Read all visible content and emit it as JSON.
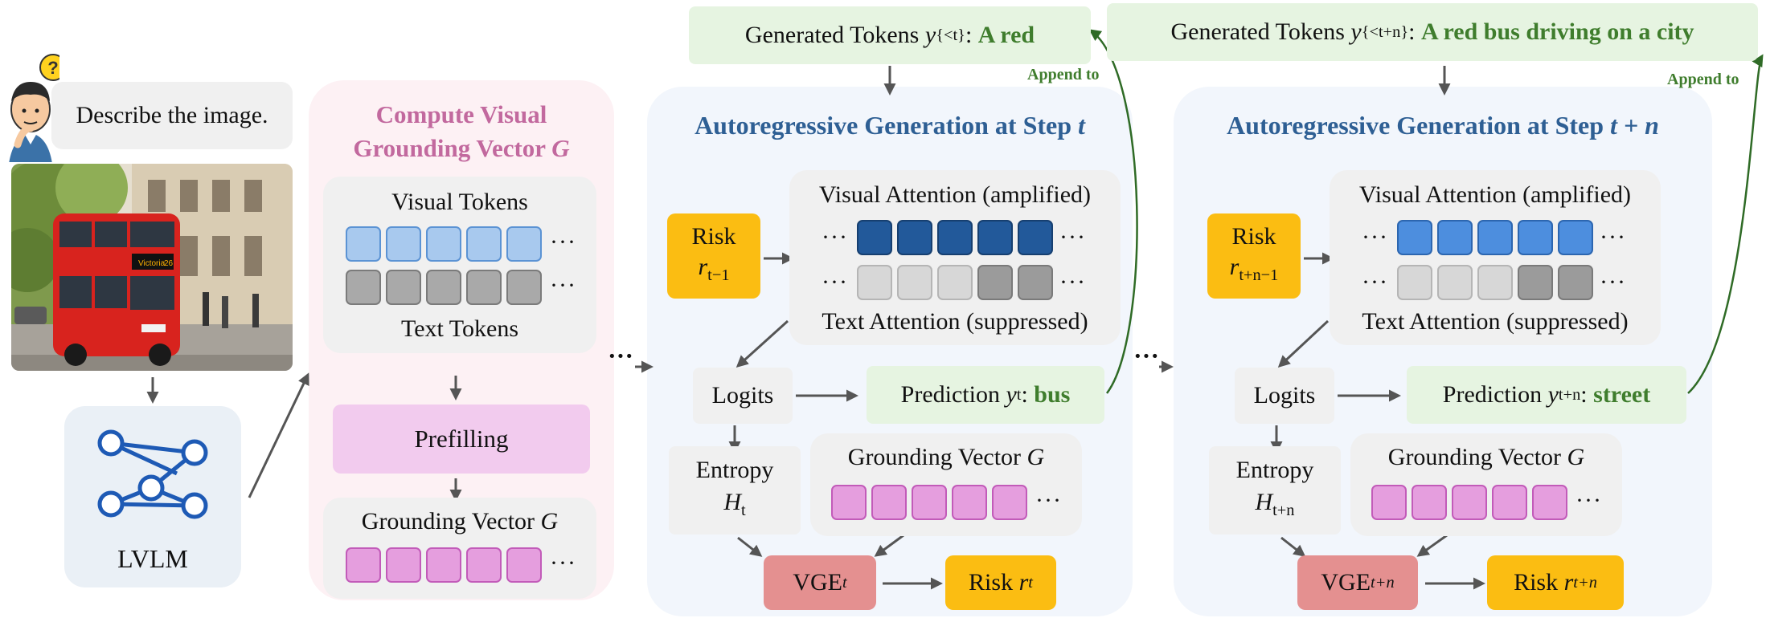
{
  "question": "Describe the image.",
  "lvlm_label": "LVLM",
  "bus_sign": {
    "route": "Victoria",
    "number": "26"
  },
  "compute": {
    "title_line1": "Compute Visual",
    "title_line2": "Grounding Vector",
    "title_var": "G",
    "visual_tokens": "Visual Tokens",
    "text_tokens": "Text Tokens",
    "prefilling": "Prefilling",
    "grounding": "Grounding Vector",
    "grounding_var": "G"
  },
  "ellipsis": "···",
  "dots": "···",
  "step_t": {
    "generated_prefix": "Generated Tokens",
    "y": "y",
    "generated_sub": "{<t}",
    "generated_text": "A red",
    "append": "Append to",
    "title": "Autoregressive Generation at Step",
    "title_var": "t",
    "risk_label": "Risk",
    "risk_var": "r",
    "risk_sub": "t−1",
    "visual_attn": "Visual Attention (amplified)",
    "text_attn": "Text Attention (suppressed)",
    "logits": "Logits",
    "prediction_label": "Prediction",
    "prediction_sub": "t",
    "prediction_word": "bus",
    "entropy_label": "Entropy",
    "entropy_var": "H",
    "entropy_sub": "t",
    "grounding": "Grounding Vector",
    "grounding_var": "G",
    "vge": "VGE",
    "vge_sub": "t",
    "risk_out_label": "Risk",
    "risk_out_sub": "t"
  },
  "step_tn": {
    "generated_prefix": "Generated Tokens",
    "y": "y",
    "generated_sub": "{<t+n}",
    "generated_text": "A red bus driving on a city",
    "append": "Append to",
    "title": "Autoregressive Generation at Step",
    "title_var": "t + n",
    "risk_label": "Risk",
    "risk_var": "r",
    "risk_sub": "t+n−1",
    "visual_attn": "Visual Attention (amplified)",
    "text_attn": "Text Attention (suppressed)",
    "logits": "Logits",
    "prediction_label": "Prediction",
    "prediction_sub": "t+n",
    "prediction_word": "street",
    "entropy_label": "Entropy",
    "entropy_var": "H",
    "entropy_sub": "t+n",
    "grounding": "Grounding Vector",
    "grounding_var": "G",
    "vge": "VGE",
    "vge_sub": "t+n",
    "risk_out_label": "Risk",
    "risk_out_sub": "t+n"
  },
  "colors": {
    "visual_token": "#a8c9ee",
    "text_token": "#a9a9a9",
    "grounding_token": "#e59ede",
    "visual_attn_t": "#22599a",
    "visual_attn_tn": "#4d8ede",
    "risk": "#fbbd12",
    "vge": "#e49090",
    "generated": "#e6f4e1",
    "compute_title": "#c2699e",
    "step_title": "#2e5f94"
  }
}
